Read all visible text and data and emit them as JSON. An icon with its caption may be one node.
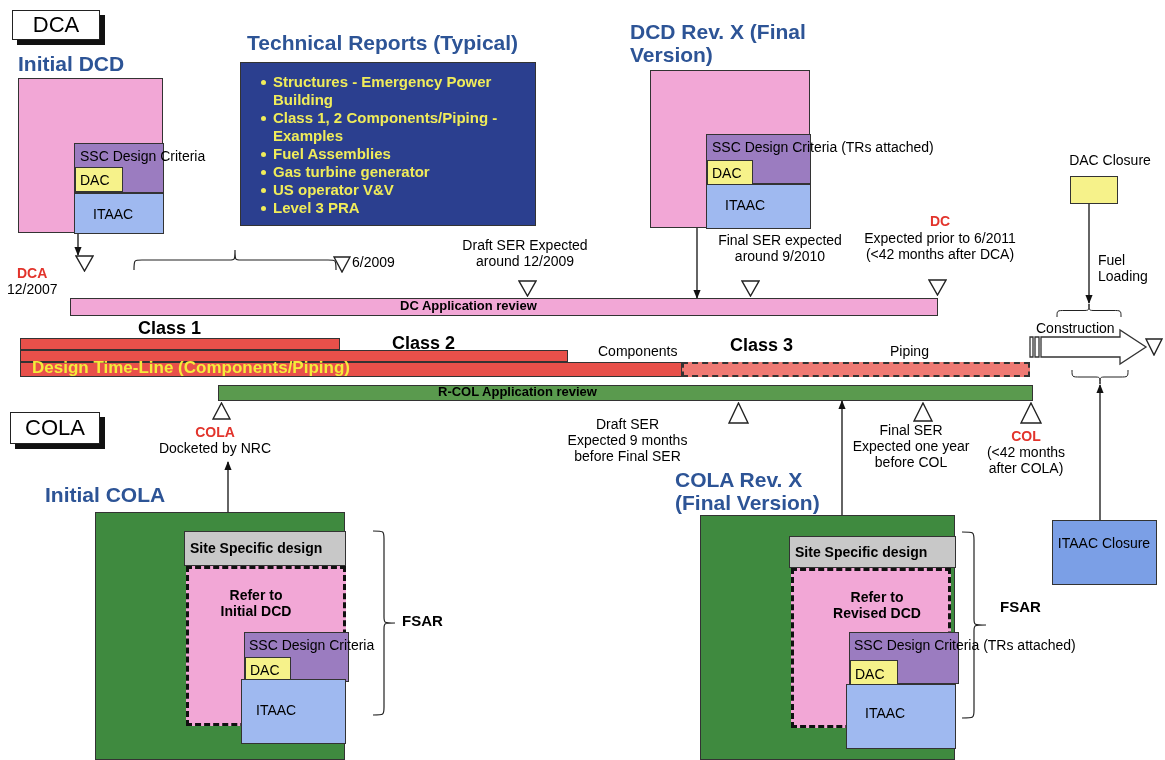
{
  "diagram": {
    "nodes": [
      {
        "text": [
          "DCA"
        ]
      },
      {
        "text": [
          "Initial DCD"
        ]
      },
      {
        "text": [
          "SSC Design Criteria"
        ],
        "in": 1
      },
      {
        "text": [
          "DAC"
        ],
        "in": 2
      },
      {
        "text": [
          "ITAAC"
        ],
        "in": 1
      },
      {
        "text": [
          "Technical Reports (Typical)",
          "Structures - Emergency Power Building",
          "Class 1, 2 Components/Piping - Examples",
          "Fuel Assemblies",
          "Gas turbine generator",
          "US operator V&V",
          "Level 3 PRA"
        ]
      },
      {
        "text": [
          "DCD Rev. X (Final Version)"
        ]
      },
      {
        "text": [
          "SSC Design Criteria (TRs attached)"
        ],
        "in": 6
      },
      {
        "text": [
          "DAC"
        ],
        "in": 7
      },
      {
        "text": [
          "ITAAC"
        ],
        "in": 6
      },
      {
        "text": [
          "DAC Closure"
        ]
      },
      {
        "text": [
          "DC Application review"
        ]
      },
      {
        "text": [
          "DCA",
          "12/2007"
        ]
      },
      {
        "text": [
          "6/2009"
        ]
      },
      {
        "text": [
          "Draft SER Expected around 12/2009"
        ]
      },
      {
        "text": [
          "Final SER expected around 9/2010"
        ]
      },
      {
        "text": [
          "DC",
          "Expected prior to 6/2011 (<42 months after DCA)"
        ]
      },
      {
        "text": [
          "Class 1"
        ]
      },
      {
        "text": [
          "Class 2"
        ]
      },
      {
        "text": [
          "Design Time-Line (Components/Piping)",
          "Components"
        ]
      },
      {
        "text": [
          "Class 3",
          "Piping"
        ]
      },
      {
        "text": [],
        "shape": "brace"
      },
      {
        "text": [],
        "shape": "triangle"
      },
      {
        "text": [
          "R-COL Application review"
        ]
      },
      {
        "text": [
          "COLA",
          "Docketed by NRC"
        ]
      },
      {
        "text": [
          "Draft SER Expected 9 months before Final SER"
        ]
      },
      {
        "text": [
          "Final SER Expected one year before COL"
        ]
      },
      {
        "text": [
          "COL",
          "(<42 months after COLA)"
        ]
      },
      {
        "text": [
          "COLA"
        ]
      },
      {
        "text": [
          "Initial COLA"
        ]
      },
      {
        "text": [
          "Site Specific design"
        ],
        "in": 29
      },
      {
        "text": [
          "Refer to Initial DCD"
        ],
        "in": 29
      },
      {
        "text": [
          "SSC Design Criteria"
        ],
        "in": 31
      },
      {
        "text": [
          "DAC"
        ],
        "in": 32
      },
      {
        "text": [
          "ITAAC"
        ],
        "in": 29
      },
      {
        "text": [
          "COLA Rev. X (Final Version)"
        ]
      },
      {
        "text": [
          "Site Specific design"
        ],
        "in": 35
      },
      {
        "text": [
          "Refer to Revised DCD"
        ],
        "in": 35
      },
      {
        "text": [
          "SSC Design Criteria (TRs attached)"
        ],
        "in": 37
      },
      {
        "text": [
          "DAC"
        ],
        "in": 38
      },
      {
        "text": [
          "ITAAC"
        ],
        "in": 35
      },
      {
        "text": [
          "ITAAC Closure"
        ]
      },
      {
        "text": [],
        "shape": "brace"
      }
    ],
    "edges": [
      {
        "from": 1,
        "to": 12,
        "arrow": "to"
      },
      {
        "from": 6,
        "to": 11,
        "arrow": "to"
      },
      {
        "from": 10,
        "to": 21,
        "arrow": "to",
        "label": "Fuel Loading"
      },
      {
        "from": 29,
        "to": 24,
        "arrow": "to"
      },
      {
        "from": 35,
        "to": 23,
        "arrow": "to"
      },
      {
        "from": 41,
        "to": 42,
        "arrow": "to"
      },
      {
        "from": 20,
        "to": 22,
        "arrow": "to",
        "style": "thick",
        "label": "Construction"
      }
    ],
    "labels": [
      "FSAR",
      "FSAR"
    ]
  }
}
